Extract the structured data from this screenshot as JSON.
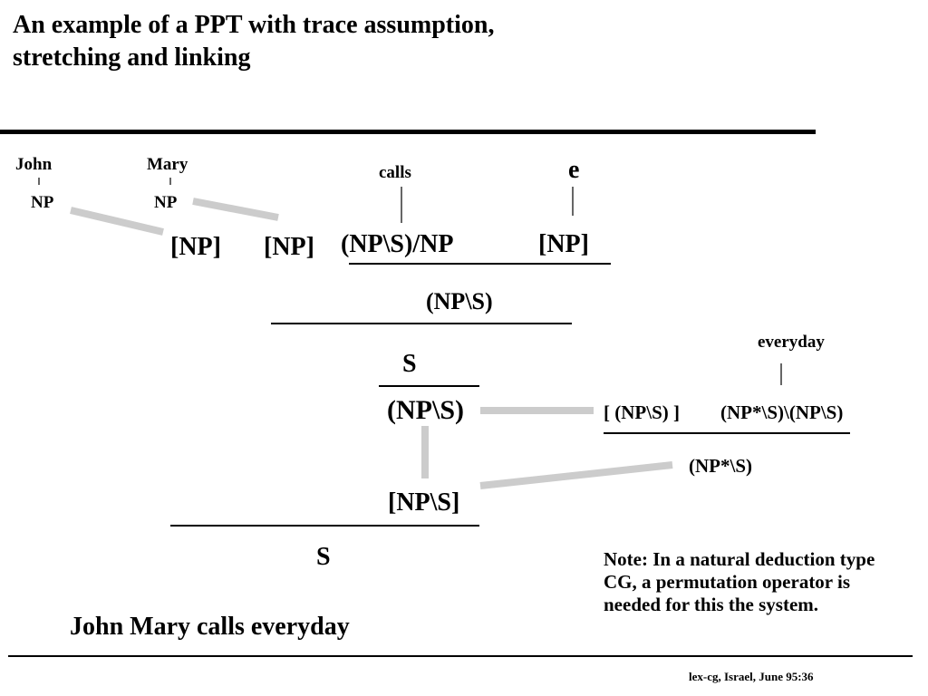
{
  "slide": {
    "title_line1": "An example of a PPT with trace assumption,",
    "title_line2": "stretching and linking",
    "words": {
      "john": "John",
      "mary": "Mary",
      "calls": "calls",
      "e": "e",
      "everyday": "everyday"
    },
    "categories": {
      "john_np": "NP",
      "mary_np": "NP",
      "trace_np1": "[NP]",
      "trace_np2": "[NP]",
      "calls_cat": "(NP\\S)/NP",
      "e_cat": "[NP]",
      "vp1": "(NP\\S)",
      "s1": "S",
      "vp2": "(NP\\S)",
      "adv_arg": "[ (NP\\S) ]",
      "adv_cat": "(NP*\\S)\\(NP\\S)",
      "adv_result": "(NP*\\S)",
      "trace_vp": "[NP\\S]",
      "s_final": "S"
    },
    "sentence": "John Mary calls everyday",
    "note": "Note: In a natural deduction type CG, a permutation operator is needed for this the system.",
    "footer": "lex-cg, Israel, June 95:36",
    "link_color": "#cccccc"
  }
}
